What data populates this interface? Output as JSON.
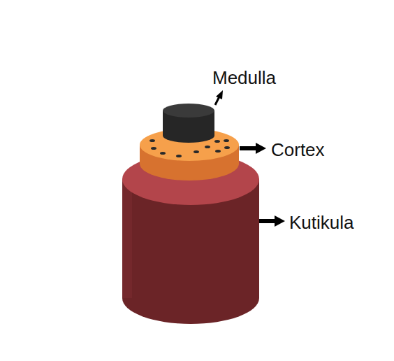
{
  "diagram": {
    "labels": [
      "Medulla",
      "Cortex",
      "Kutikula"
    ]
  }
}
